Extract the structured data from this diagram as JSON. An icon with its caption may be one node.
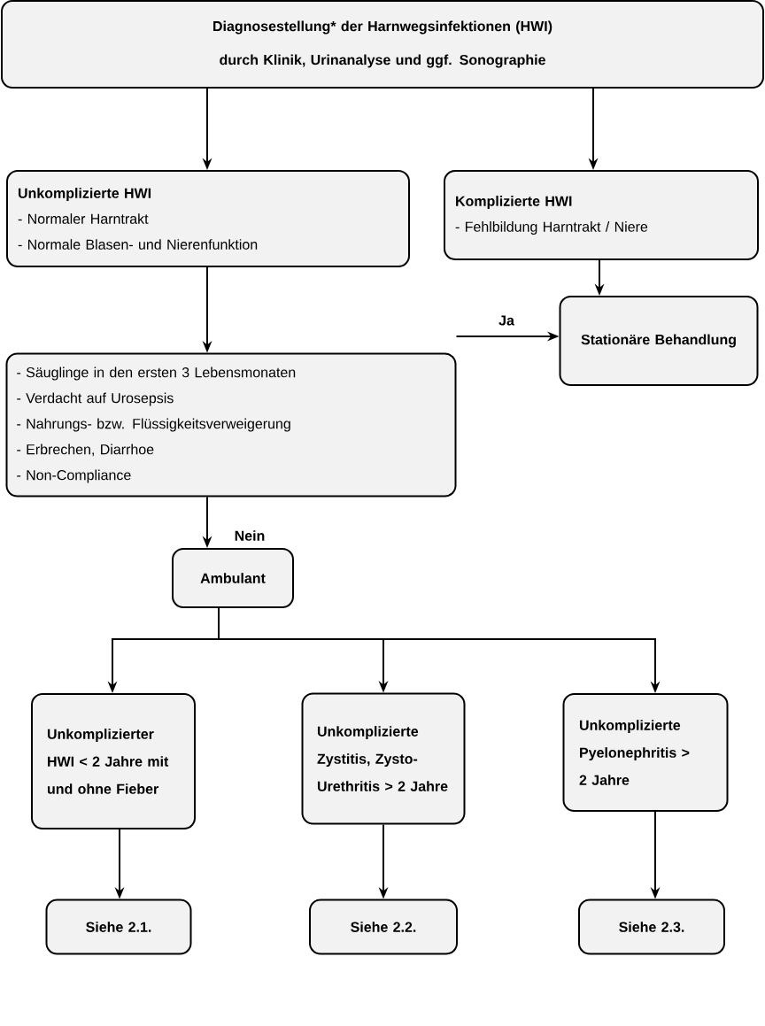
{
  "diagram": {
    "nodes": [
      {
        "text": [
          "Diagnosestellung* der Harnwegsinfektionen (HWI) durch Klinik, Urinanalyse und ggf. Sonographie"
        ]
      },
      {
        "text": [
          "Unkomplizierte HWI",
          "- Normaler Harntrakt",
          "- Normale Blasen- und Nierenfunktion"
        ]
      },
      {
        "text": [
          "Komplizierte HWI",
          "- Fehlbildung Harntrakt / Niere"
        ]
      },
      {
        "text": [
          "- Säuglinge in den ersten 3 Lebensmonaten",
          "- Verdacht auf Urosepsis",
          "- Nahrungs- bzw. Flüssigkeitsverweigerung",
          "- Erbrechen, Diarrhoe",
          "- Non-Compliance"
        ]
      },
      {
        "text": [
          "Stationäre Behandlung"
        ]
      },
      {
        "text": [
          "Ambulant"
        ]
      },
      {
        "text": [
          "Unkomplizierter HWI < 2 Jahre mit und ohne Fieber"
        ]
      },
      {
        "text": [
          "Unkomplizierte Zystitis, Zysto- Urethritis > 2 Jahre"
        ]
      },
      {
        "text": [
          "Unkomplizierte Pyelonephritis > 2 Jahre"
        ]
      },
      {
        "text": [
          "Siehe 2.1."
        ]
      },
      {
        "text": [
          "Siehe 2.2."
        ]
      },
      {
        "text": [
          "Siehe 2.3."
        ]
      }
    ],
    "edges": [
      {
        "from": 0,
        "to": 1,
        "arrow": "to"
      },
      {
        "from": 0,
        "to": 2,
        "arrow": "to"
      },
      {
        "from": 1,
        "to": 3,
        "arrow": "to"
      },
      {
        "from": 2,
        "to": 4,
        "arrow": "to"
      },
      {
        "from": 3,
        "to": 4,
        "arrow": "to",
        "label": "Ja"
      },
      {
        "from": 3,
        "to": 5,
        "arrow": "to",
        "label": "Nein"
      },
      {
        "from": 5,
        "to": 6,
        "arrow": "to"
      },
      {
        "from": 5,
        "to": 7,
        "arrow": "to"
      },
      {
        "from": 5,
        "to": 8,
        "arrow": "to"
      },
      {
        "from": 6,
        "to": 9,
        "arrow": "to"
      },
      {
        "from": 7,
        "to": 10,
        "arrow": "to"
      },
      {
        "from": 8,
        "to": 11,
        "arrow": "to"
      }
    ]
  }
}
